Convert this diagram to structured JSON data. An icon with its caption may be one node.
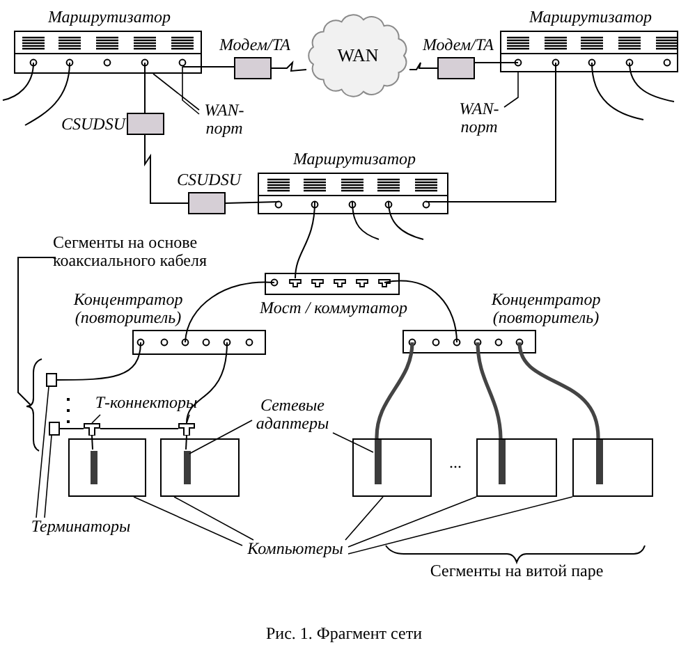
{
  "diagram": {
    "caption": "Рис. 1. Фрагмент сети",
    "nodes": [
      {
        "text": [
          "Маршрутизатор"
        ]
      },
      {
        "text": [
          "Модем/TA"
        ]
      },
      {
        "text": [
          "WAN"
        ]
      },
      {
        "text": [
          "Модем/TA"
        ]
      },
      {
        "text": [
          "Маршрутизатор"
        ]
      },
      {
        "text": [
          "WAN-порт"
        ]
      },
      {
        "text": [
          "WAN-порт"
        ]
      },
      {
        "text": [
          "CSUDSU"
        ]
      },
      {
        "text": [
          "CSUDSU"
        ]
      },
      {
        "text": [
          "Маршрутизатор"
        ]
      },
      {
        "text": [
          "Мост / коммутатор"
        ]
      },
      {
        "text": [
          "Концентратор (повторитель)"
        ]
      },
      {
        "text": [
          "Концентратор (повторитель)"
        ]
      },
      {
        "text": [],
        "shape": "box"
      },
      {
        "text": [],
        "shape": "box"
      },
      {
        "text": [
          "Т-коннекторы"
        ]
      },
      {
        "text": [],
        "shape": "tee"
      },
      {
        "text": [],
        "shape": "tee"
      },
      {
        "text": [
          "Сетевые адаптеры"
        ]
      },
      {
        "text": [],
        "shape": "box"
      },
      {
        "text": [],
        "shape": "box"
      },
      {
        "text": [],
        "shape": "box"
      },
      {
        "text": [],
        "shape": "box"
      },
      {
        "text": [],
        "shape": "box"
      },
      {
        "text": [],
        "shape": "bar",
        "in": 19
      },
      {
        "text": [],
        "shape": "bar",
        "in": 20
      },
      {
        "text": [],
        "shape": "bar",
        "in": 21
      },
      {
        "text": [],
        "shape": "bar",
        "in": 22
      },
      {
        "text": [],
        "shape": "bar",
        "in": 23
      },
      {
        "text": [
          "Терминаторы"
        ]
      },
      {
        "text": [
          "Компьютеры"
        ]
      }
    ],
    "edges": [
      {
        "from": 0,
        "to": 1,
        "arrow": "none"
      },
      {
        "from": 1,
        "to": 2,
        "arrow": "none"
      },
      {
        "from": 2,
        "to": 3,
        "arrow": "none"
      },
      {
        "from": 3,
        "to": 4,
        "arrow": "none"
      },
      {
        "from": 0,
        "to": 7,
        "arrow": "none"
      },
      {
        "from": 7,
        "to": 8,
        "arrow": "none"
      },
      {
        "from": 8,
        "to": 9,
        "arrow": "none"
      },
      {
        "from": 4,
        "to": 9,
        "arrow": "none"
      },
      {
        "from": 9,
        "to": 10,
        "arrow": "none"
      },
      {
        "from": 10,
        "to": 11,
        "arrow": "none"
      },
      {
        "from": 10,
        "to": 12,
        "arrow": "none"
      },
      {
        "from": 11,
        "to": 13,
        "arrow": "none"
      },
      {
        "from": 11,
        "to": 17,
        "arrow": "none"
      },
      {
        "from": 17,
        "to": 16,
        "arrow": "none"
      },
      {
        "from": 16,
        "to": 14,
        "arrow": "none"
      },
      {
        "from": 16,
        "to": 24,
        "arrow": "none"
      },
      {
        "from": 17,
        "to": 25,
        "arrow": "none"
      },
      {
        "from": 12,
        "to": 26,
        "arrow": "none",
        "style": "thick"
      },
      {
        "from": 12,
        "to": 27,
        "arrow": "none",
        "style": "thick"
      },
      {
        "from": 12,
        "to": 28,
        "arrow": "none",
        "style": "thick"
      },
      {
        "from": 0,
        "to": null,
        "arrow": "none"
      },
      {
        "from": 0,
        "to": null,
        "arrow": "none"
      },
      {
        "from": 4,
        "to": null,
        "arrow": "none"
      },
      {
        "from": 4,
        "to": null,
        "arrow": "none"
      },
      {
        "from": 9,
        "to": null,
        "arrow": "none"
      },
      {
        "from": 9,
        "to": null,
        "arrow": "none"
      },
      {
        "from": 5,
        "to": 0,
        "arrow": "none"
      },
      {
        "from": 5,
        "to": 0,
        "arrow": "none"
      },
      {
        "from": 6,
        "to": 4,
        "arrow": "none"
      },
      {
        "from": 15,
        "to": 16,
        "arrow": "none"
      },
      {
        "from": 15,
        "to": 17,
        "arrow": "none"
      },
      {
        "from": 18,
        "to": 25,
        "arrow": "none"
      },
      {
        "from": 18,
        "to": 26,
        "arrow": "none"
      },
      {
        "from": 29,
        "to": 13,
        "arrow": "none"
      },
      {
        "from": 29,
        "to": 14,
        "arrow": "none"
      },
      {
        "from": 30,
        "to": 19,
        "arrow": "none"
      },
      {
        "from": 30,
        "to": 20,
        "arrow": "none"
      },
      {
        "from": 30,
        "to": 21,
        "arrow": "none"
      },
      {
        "from": 30,
        "to": 22,
        "arrow": "none"
      },
      {
        "from": 30,
        "to": 23,
        "arrow": "none"
      }
    ],
    "labels": [
      "Сегменты на основе коаксиального кабеля",
      "...",
      "Сегменты на витой паре"
    ]
  }
}
